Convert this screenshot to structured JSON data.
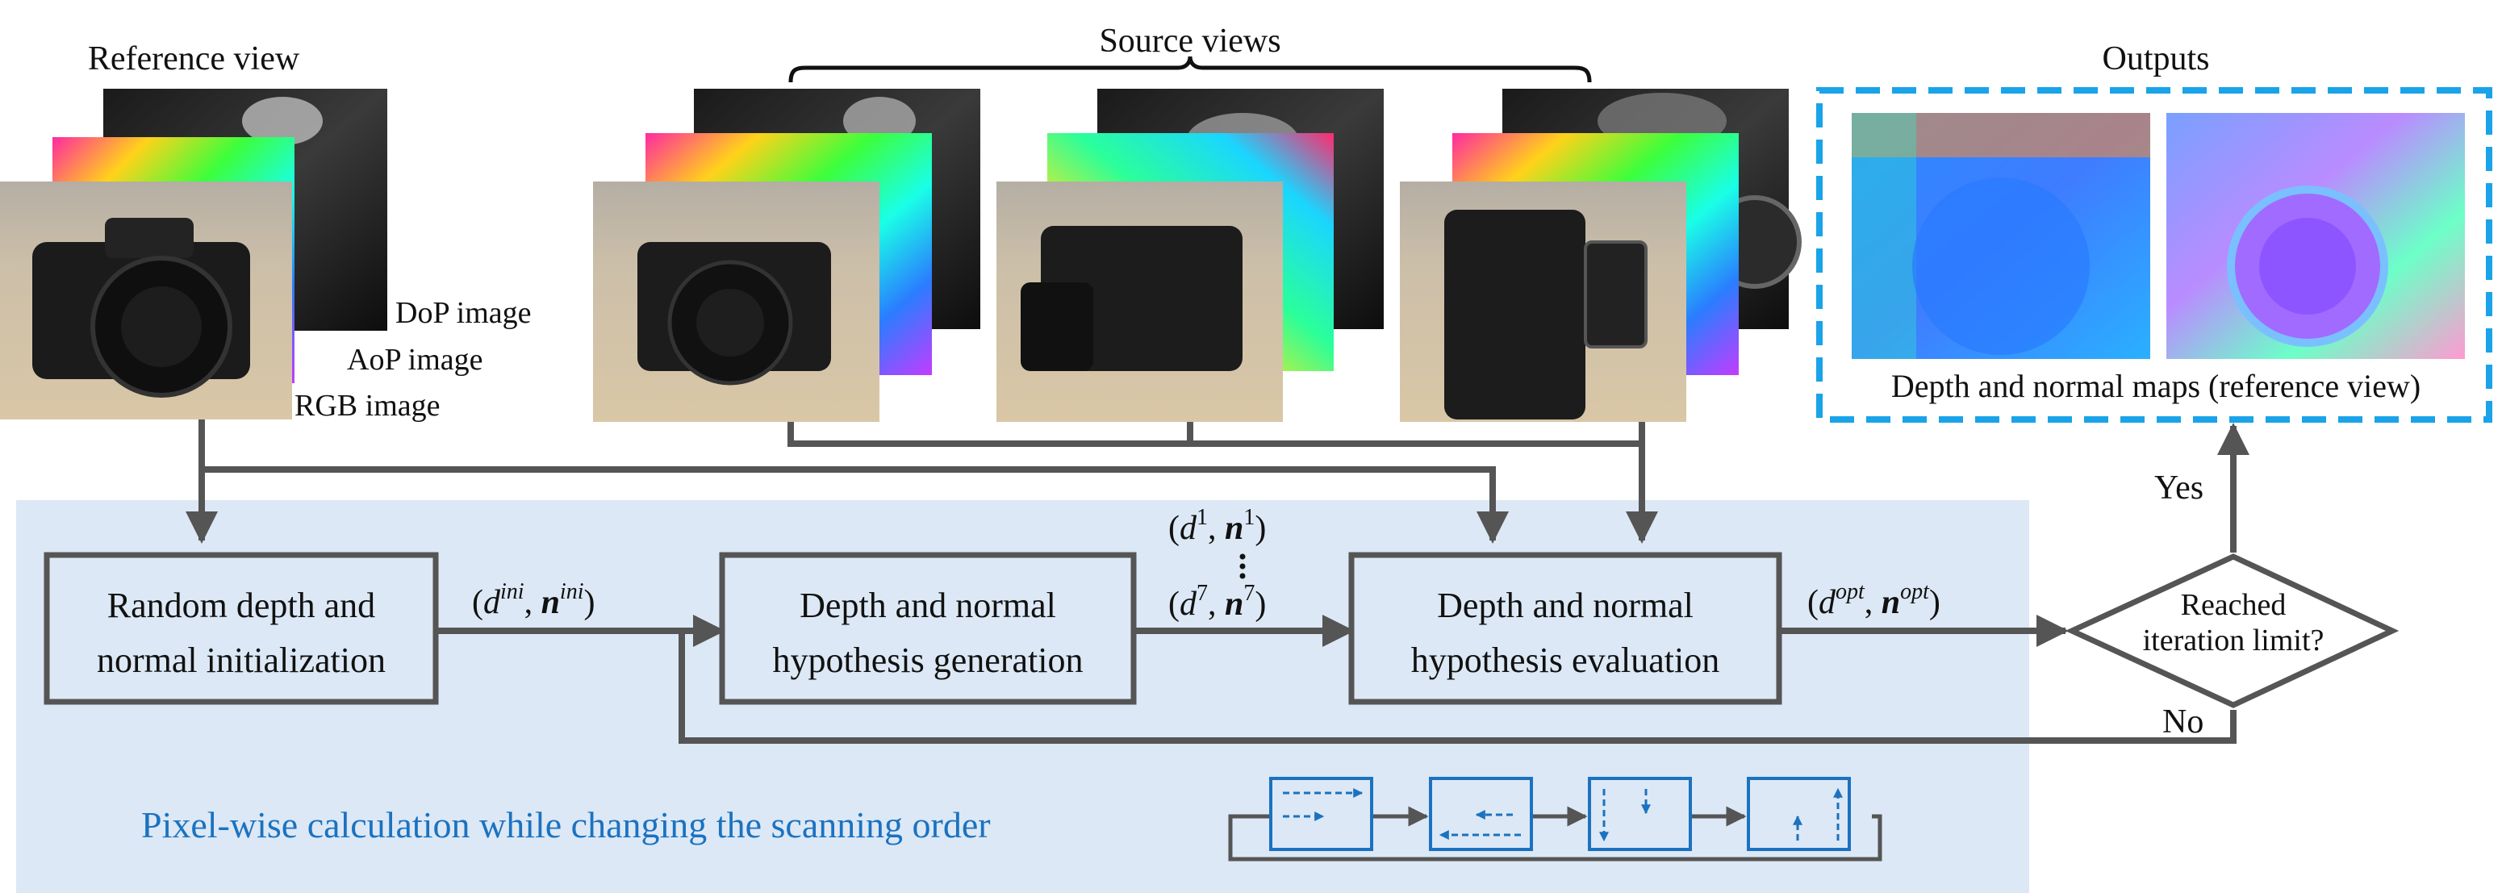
{
  "labels": {
    "reference_view": "Reference view",
    "source_views": "Source views",
    "outputs": "Outputs",
    "dop_image": "DoP image",
    "aop_image": "AoP image",
    "rgb_image": "RGB image",
    "output_caption": "Depth and normal maps (reference view)",
    "yes": "Yes",
    "no": "No",
    "pixelwise_caption": "Pixel-wise calculation while changing the scanning order"
  },
  "boxes": {
    "init_line1": "Random depth and",
    "init_line2": "normal initialization",
    "gen_line1": "Depth and normal",
    "gen_line2": "hypothesis generation",
    "eval_line1": "Depth and normal",
    "eval_line2": "hypothesis evaluation",
    "decision_line1": "Reached",
    "decision_line2": "iteration limit?"
  },
  "math": {
    "d": "d",
    "n": "n",
    "ini": "ini",
    "opt": "opt",
    "h1": "1",
    "h7": "7"
  },
  "colors": {
    "panel": "#dce8f5",
    "arrow": "#555555",
    "accent": "#1b72c0",
    "output_border": "#1aa3e8"
  }
}
